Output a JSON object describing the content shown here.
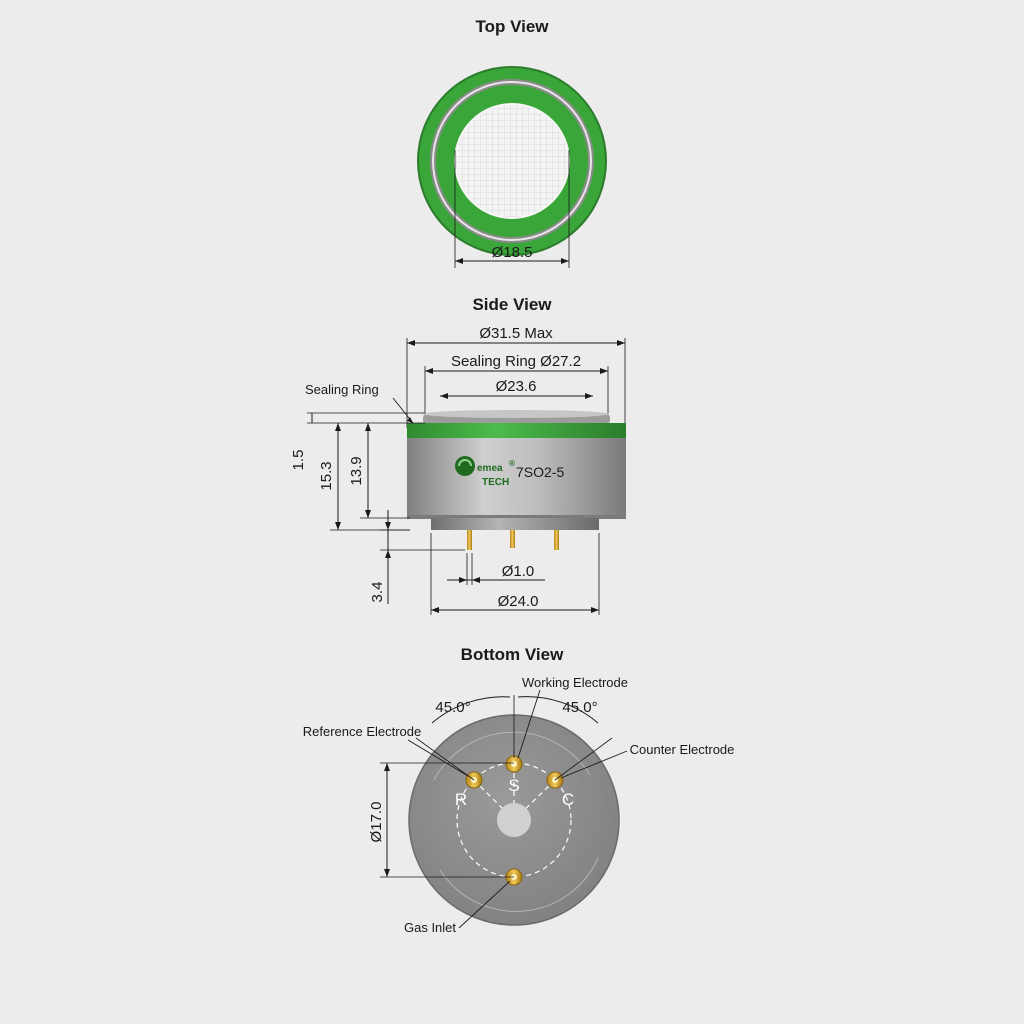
{
  "top_view": {
    "title": "Top View",
    "diameter": "Ø18.5"
  },
  "side_view": {
    "title": "Side View",
    "dim_overall": "Ø31.5 Max",
    "dim_sealing_ring": "Sealing Ring Ø27.2",
    "dim_top": "Ø23.6",
    "callout_sealing_ring": "Sealing Ring",
    "dim_h_ring": "1.5",
    "dim_h_total": "15.3",
    "dim_h_body": "13.9",
    "dim_pin_length": "3.4",
    "dim_pin_dia": "Ø1.0",
    "dim_base": "Ø24.0",
    "brand_top": "emea",
    "brand_bottom": "TECH",
    "registered": "®",
    "model": "7SO2-5"
  },
  "bottom_view": {
    "title": "Bottom View",
    "angle_left": "45.0°",
    "angle_right": "45.0°",
    "label_working": "Working Electrode",
    "label_reference": "Reference Electrode",
    "label_counter": "Counter Electrode",
    "label_gas_inlet": "Gas Inlet",
    "pin_circle": "Ø17.0",
    "pin_r": "R",
    "pin_s": "S",
    "pin_c": "C"
  },
  "colors": {
    "ring_green": "#3aa63a",
    "body_gray": "#a6a6a6",
    "base_gray": "#8f8f8f",
    "pin_gold": "#d6a72e",
    "background": "#ececec"
  }
}
